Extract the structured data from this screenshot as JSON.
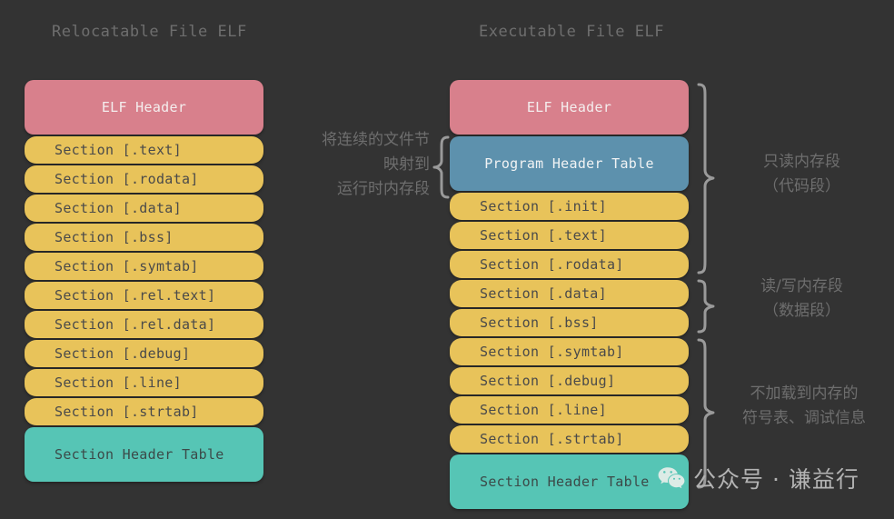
{
  "background": "#333333",
  "palette": {
    "elf_header": "#d8808c",
    "program_header_table": "#5d91ad",
    "section": "#e8c35a",
    "section_header_table": "#56c5b5",
    "annotation_text": "#6e6e6e",
    "brace": "#9a9a9a",
    "watermark_text": "#b3b3b3"
  },
  "left_column": {
    "title": "Relocatable File ELF",
    "blocks": [
      {
        "label": "ELF Header",
        "kind": "header"
      },
      {
        "label": "Section [.text]",
        "kind": "section"
      },
      {
        "label": "Section [.rodata]",
        "kind": "section"
      },
      {
        "label": "Section [.data]",
        "kind": "section"
      },
      {
        "label": "Section [.bss]",
        "kind": "section"
      },
      {
        "label": "Section [.symtab]",
        "kind": "section"
      },
      {
        "label": "Section [.rel.text]",
        "kind": "section"
      },
      {
        "label": "Section [.rel.data]",
        "kind": "section"
      },
      {
        "label": "Section [.debug]",
        "kind": "section"
      },
      {
        "label": "Section [.line]",
        "kind": "section"
      },
      {
        "label": "Section [.strtab]",
        "kind": "section"
      },
      {
        "label": "Section Header Table",
        "kind": "sht"
      }
    ]
  },
  "right_column": {
    "title": "Executable File ELF",
    "blocks": [
      {
        "label": "ELF Header",
        "kind": "header"
      },
      {
        "label": "Program Header Table",
        "kind": "pht"
      },
      {
        "label": "Section [.init]",
        "kind": "section"
      },
      {
        "label": "Section [.text]",
        "kind": "section"
      },
      {
        "label": "Section [.rodata]",
        "kind": "section"
      },
      {
        "label": "Section [.data]",
        "kind": "section"
      },
      {
        "label": "Section [.bss]",
        "kind": "section"
      },
      {
        "label": "Section [.symtab]",
        "kind": "section"
      },
      {
        "label": "Section [.debug]",
        "kind": "section"
      },
      {
        "label": "Section [.line]",
        "kind": "section"
      },
      {
        "label": "Section [.strtab]",
        "kind": "section"
      },
      {
        "label": "Section Header Table",
        "kind": "sht"
      }
    ]
  },
  "annotations": {
    "middle": "将连续的文件节\n映射到\n运行时内存段",
    "readonly_segment": "只读内存段\n（代码段）",
    "readwrite_segment": "读/写内存段\n（数据段）",
    "not_loaded": "不加载到内存的\n符号表、调试信息"
  },
  "watermark": {
    "icon": "wechat-icon",
    "text": "公众号 · 谦益行"
  }
}
